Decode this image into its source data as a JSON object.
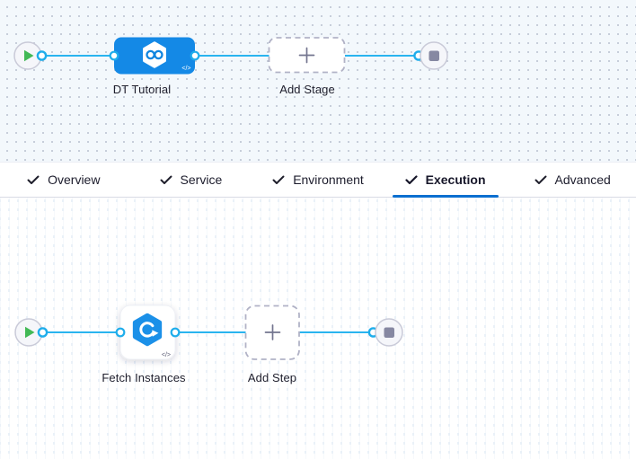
{
  "stage_pipeline": {
    "stage": {
      "name": "DT Tutorial",
      "code_badge": "</>"
    },
    "add_stage_label": "Add Stage"
  },
  "config_tabs": {
    "active_tab": "Execution",
    "items": [
      {
        "label": "Overview",
        "checked": true,
        "active": false
      },
      {
        "label": "Service",
        "checked": true,
        "active": false
      },
      {
        "label": "Environment",
        "checked": true,
        "active": false
      },
      {
        "label": "Execution",
        "checked": true,
        "active": true
      },
      {
        "label": "Advanced",
        "checked": true,
        "active": false
      }
    ]
  },
  "execution_pipeline": {
    "step": {
      "name": "Fetch Instances",
      "code_badge": "</>"
    },
    "add_step_label": "Add Step"
  },
  "icons": {
    "start_node": "play-icon",
    "end_node": "stop-square-icon",
    "stage_type": "cd-infinity-hexagon-icon",
    "step_type": "fetch-instances-swirl-hexagon-icon",
    "add_node": "plus-icon",
    "tab_state": "check-icon",
    "code_badge": "code-brackets-icon"
  },
  "colors": {
    "connector_line": "#2ab4ef",
    "stage_fill": "#1489e6",
    "step_icon_fill": "#1b90e8",
    "active_tab_underline": "#0b6fd0",
    "play_green": "#42b956",
    "end_square_gray": "#8688a2",
    "canvas_top_bg": "#f3f8fc",
    "dashed_border": "#b1b2c6",
    "text_dark": "#1e1e2c"
  }
}
